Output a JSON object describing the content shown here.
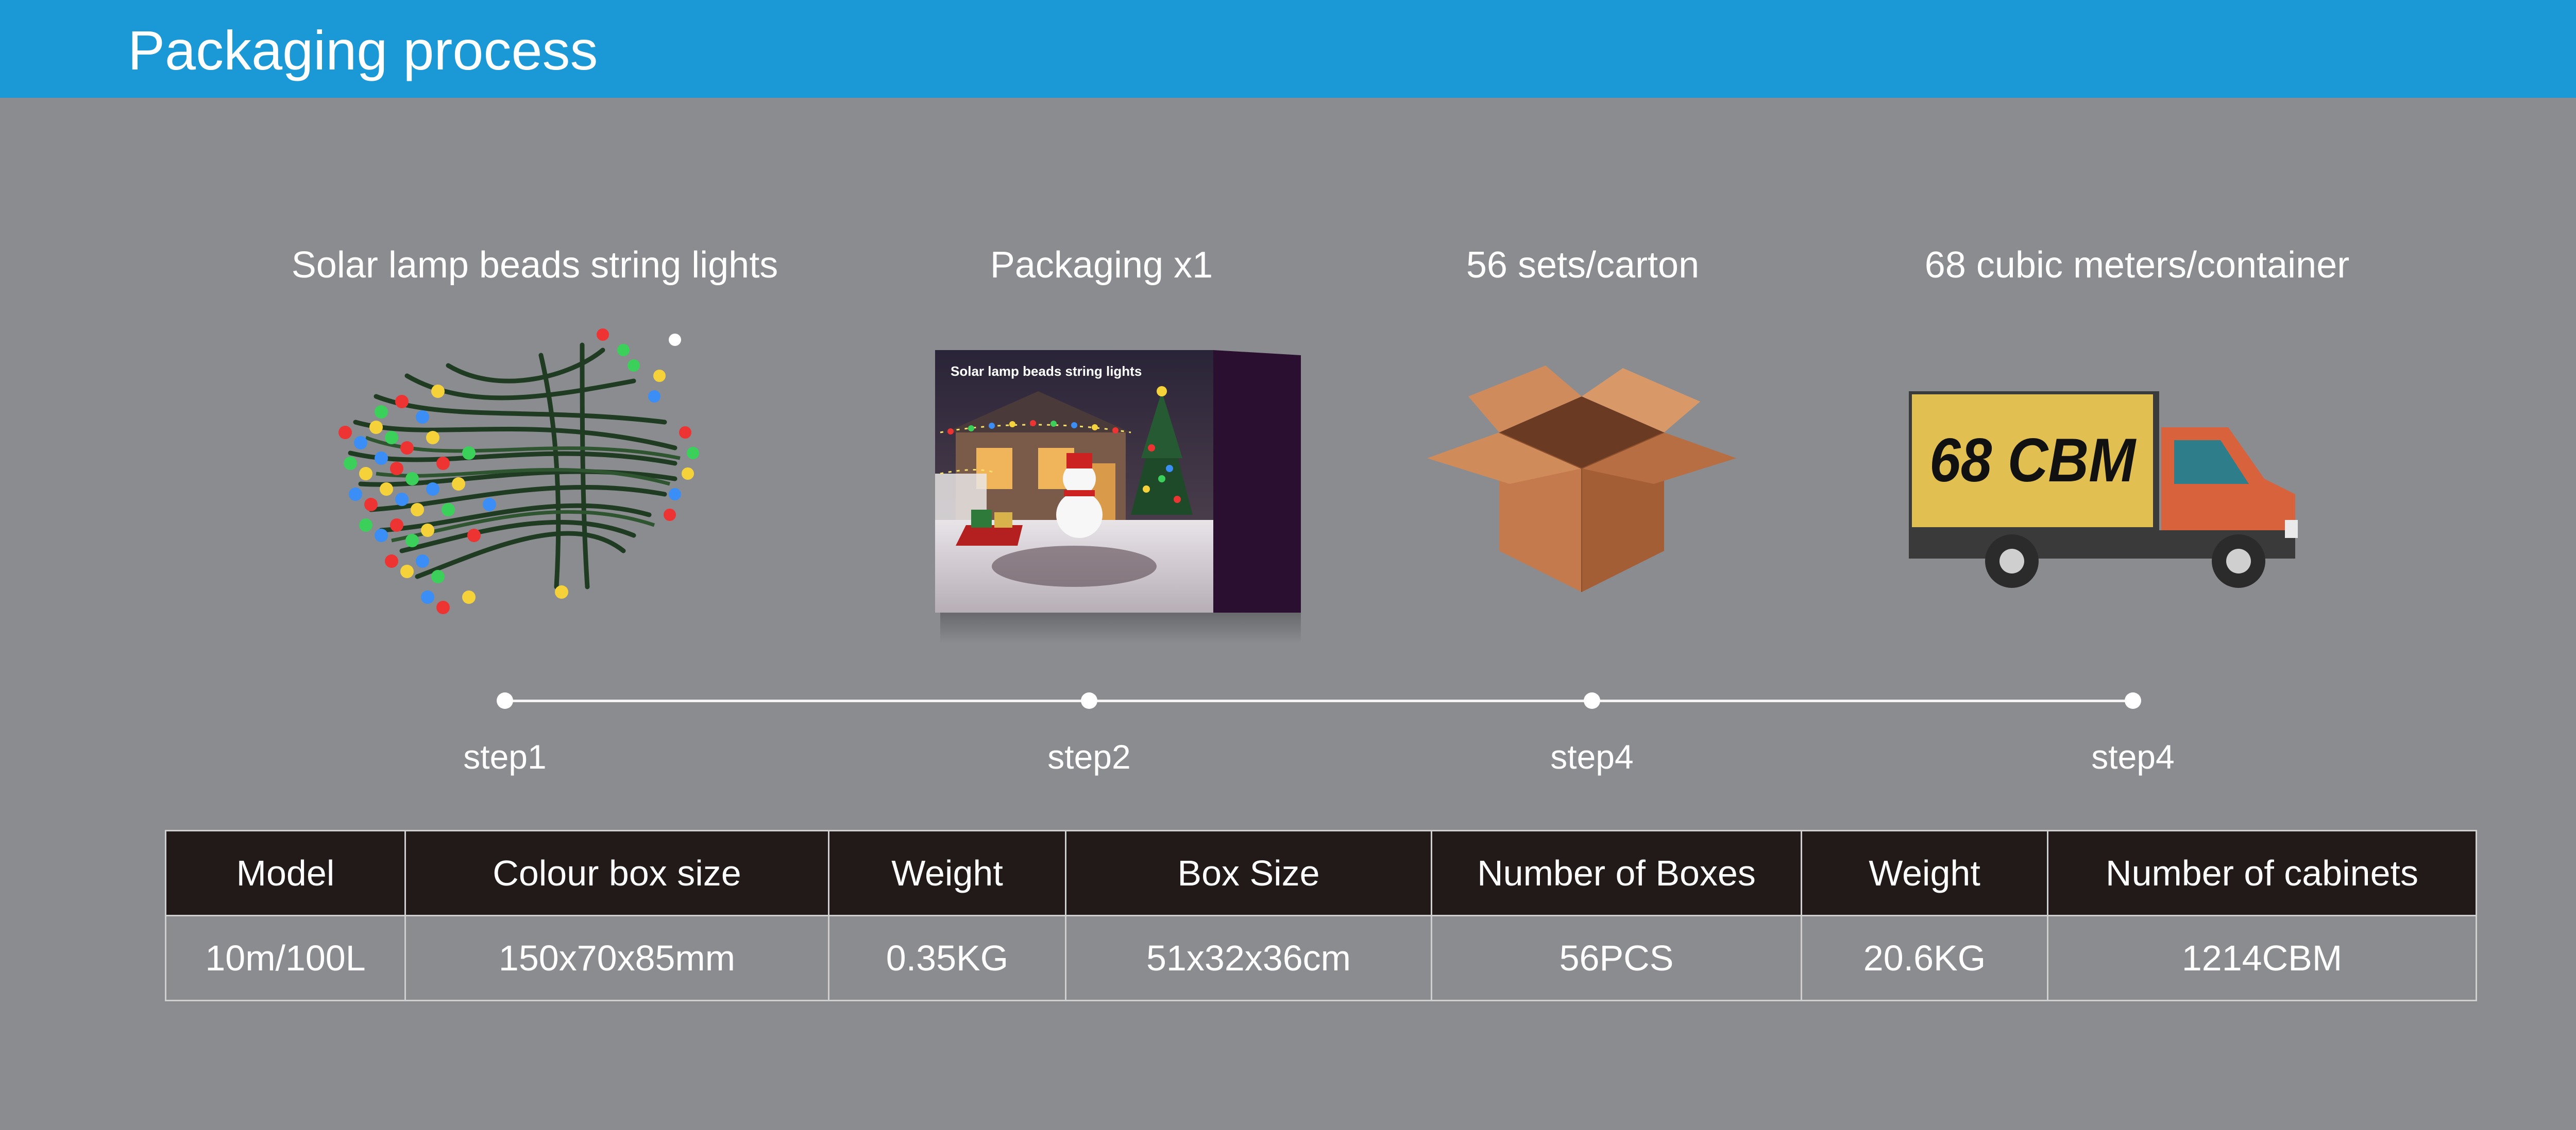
{
  "header": {
    "title": "Packaging process"
  },
  "steps": [
    {
      "caption": "Solar lamp beads string lights",
      "label": "step1",
      "image": "string-lights-bundle"
    },
    {
      "caption": "Packaging x1",
      "label": "step2",
      "image": "colour-box",
      "box_text": "Solar lamp beads string lights"
    },
    {
      "caption": "56 sets/carton",
      "label": "step4",
      "image": "open-carton"
    },
    {
      "caption": "68 cubic meters/container",
      "label": "step4",
      "image": "delivery-truck",
      "truck_text": "68 CBM"
    }
  ],
  "table": {
    "headers": [
      "Model",
      "Colour box size",
      "Weight",
      "Box Size",
      "Number of Boxes",
      "Weight",
      "Number of cabinets"
    ],
    "rows": [
      [
        "10m/100L",
        "150x70x85mm",
        "0.35KG",
        "51x32x36cm",
        "56PCS",
        "20.6KG",
        "1214CBM"
      ]
    ]
  },
  "colors": {
    "header_bg": "#1b98d6",
    "page_bg": "#8a8c90",
    "table_header_bg": "#221919",
    "truck_cargo": "#e1bf51",
    "truck_cab": "#d8623b",
    "carton": "#c47a4c"
  }
}
